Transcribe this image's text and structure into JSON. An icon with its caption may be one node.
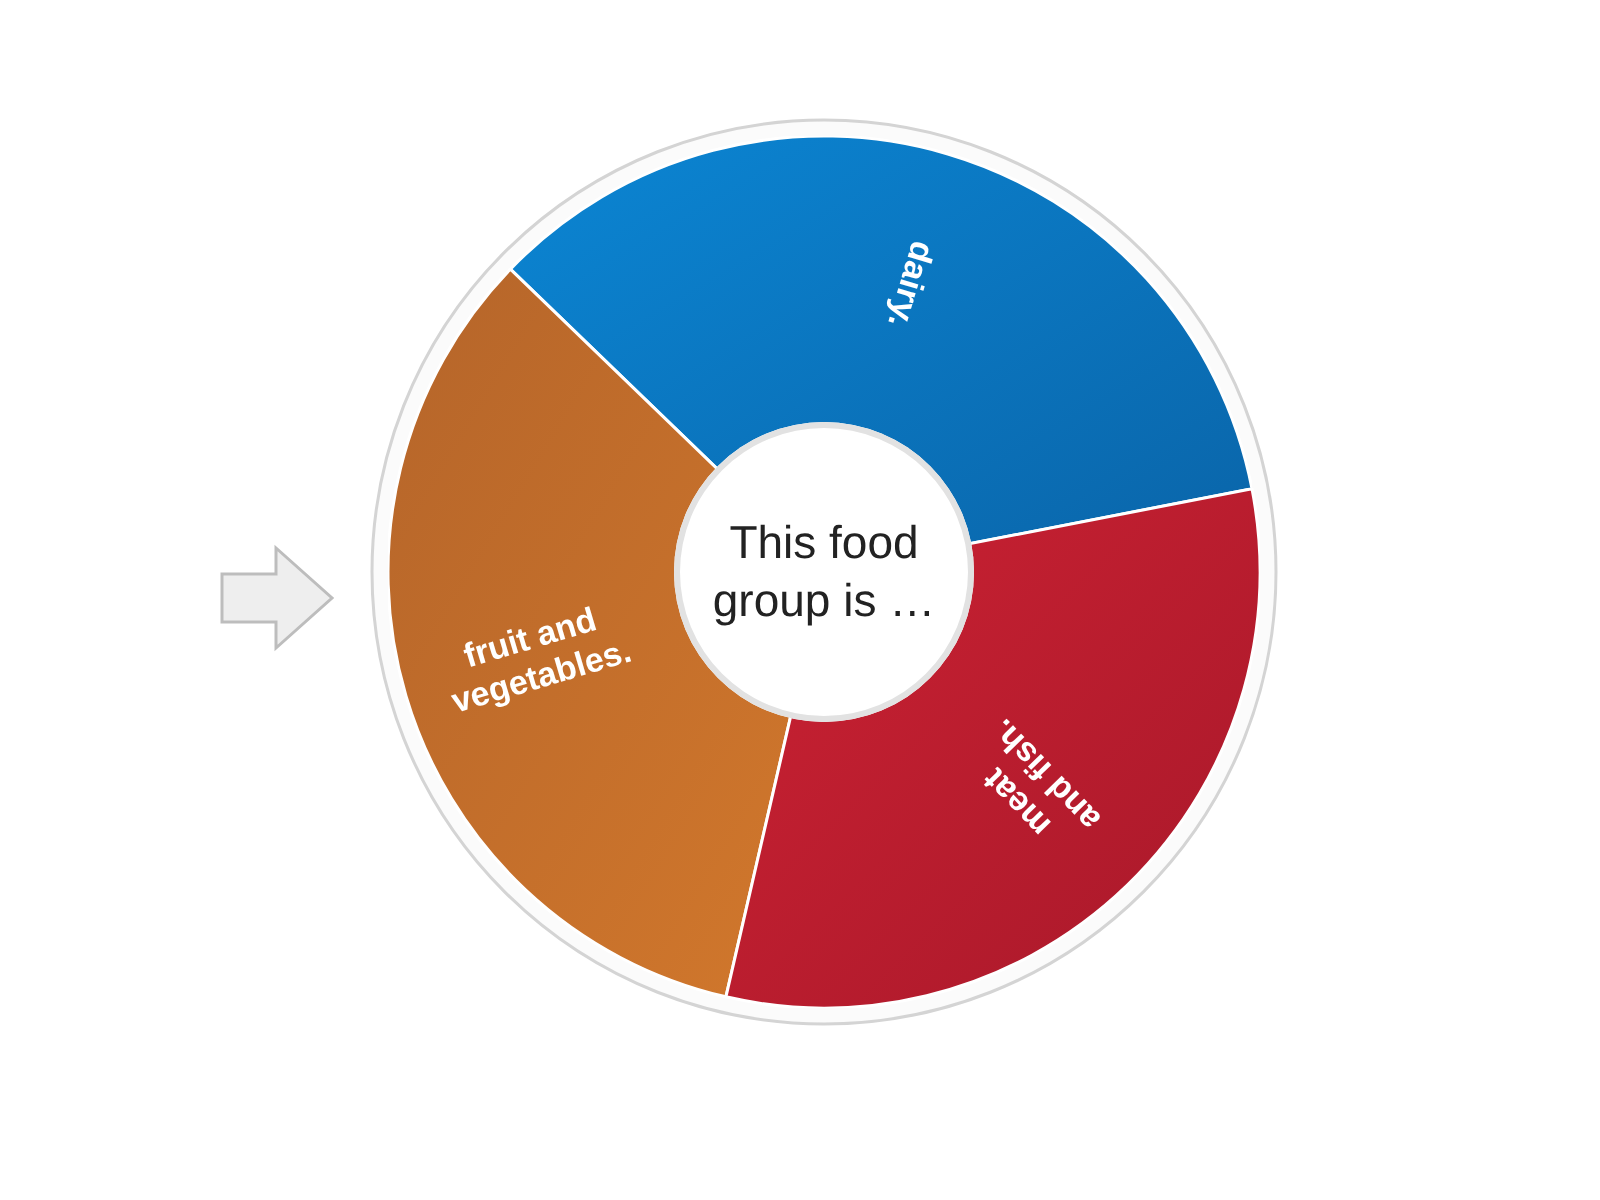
{
  "diagram": {
    "nodes": [
      {
        "text": [
          "dairy."
        ]
      },
      {
        "text": [
          "fruit and vegetables."
        ]
      },
      {
        "text": [
          "This food group is …"
        ]
      },
      {
        "text": [
          "meat and fish."
        ]
      }
    ]
  }
}
